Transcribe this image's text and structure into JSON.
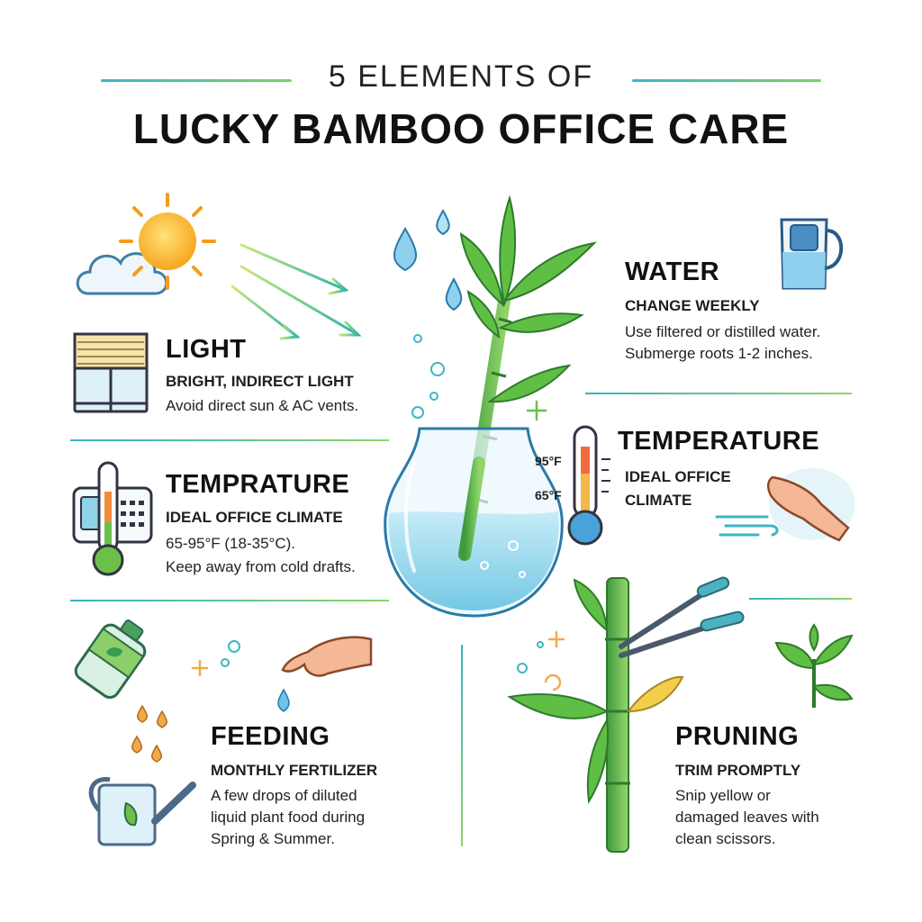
{
  "header": {
    "kicker": "5 ELEMENTS OF",
    "title": "LUCKY BAMBOO OFFICE CARE"
  },
  "sections": {
    "light": {
      "heading": "LIGHT",
      "subheading": "BRIGHT, INDIRECT LIGHT",
      "lines": [
        "Avoid direct sun & AC vents."
      ]
    },
    "temp_left": {
      "heading": "TEMPRATURE",
      "subheading": "IDEAL OFFICE CLIMATE",
      "lines": [
        "65-95°F (18-35°C).",
        "Keep away from cold drafts."
      ]
    },
    "feeding": {
      "heading": "FEEDING",
      "subheading": "MONTHLY FERTILIZER",
      "lines": [
        "A few drops of diluted",
        "liquid plant food during",
        "Spring & Summer."
      ]
    },
    "water": {
      "heading": "WATER",
      "subheading": "CHANGE WEEKLY",
      "lines": [
        "Use filtered or distilled water.",
        "Submerge roots 1-2 inches."
      ]
    },
    "temp_right": {
      "heading": "TEMPERATURE",
      "subheading_lines": [
        "IDEAL OFFICE",
        "CLIMATE"
      ],
      "thermo_high": "95°F",
      "thermo_low": "65°F"
    },
    "pruning": {
      "heading": "PRUNING",
      "subheading": "TRIM PROMPTLY",
      "lines": [
        "Snip yellow or",
        "damaged leaves with",
        "clean scissors."
      ]
    }
  },
  "icons": [
    "sun-icon",
    "cloud-icon",
    "window-blinds-icon",
    "thermostat-icon",
    "thermometer-icon",
    "fertilizer-bottle-icon",
    "hand-icon",
    "watering-can-icon",
    "water-drop-icon",
    "bamboo-vase-icon",
    "water-pitcher-icon",
    "draft-hand-icon",
    "scissors-icon",
    "sprout-icon"
  ],
  "colors": {
    "accent_teal": "#36b3c2",
    "accent_green": "#6cc04a",
    "sun_orange": "#f6a21e",
    "text": "#111111"
  }
}
